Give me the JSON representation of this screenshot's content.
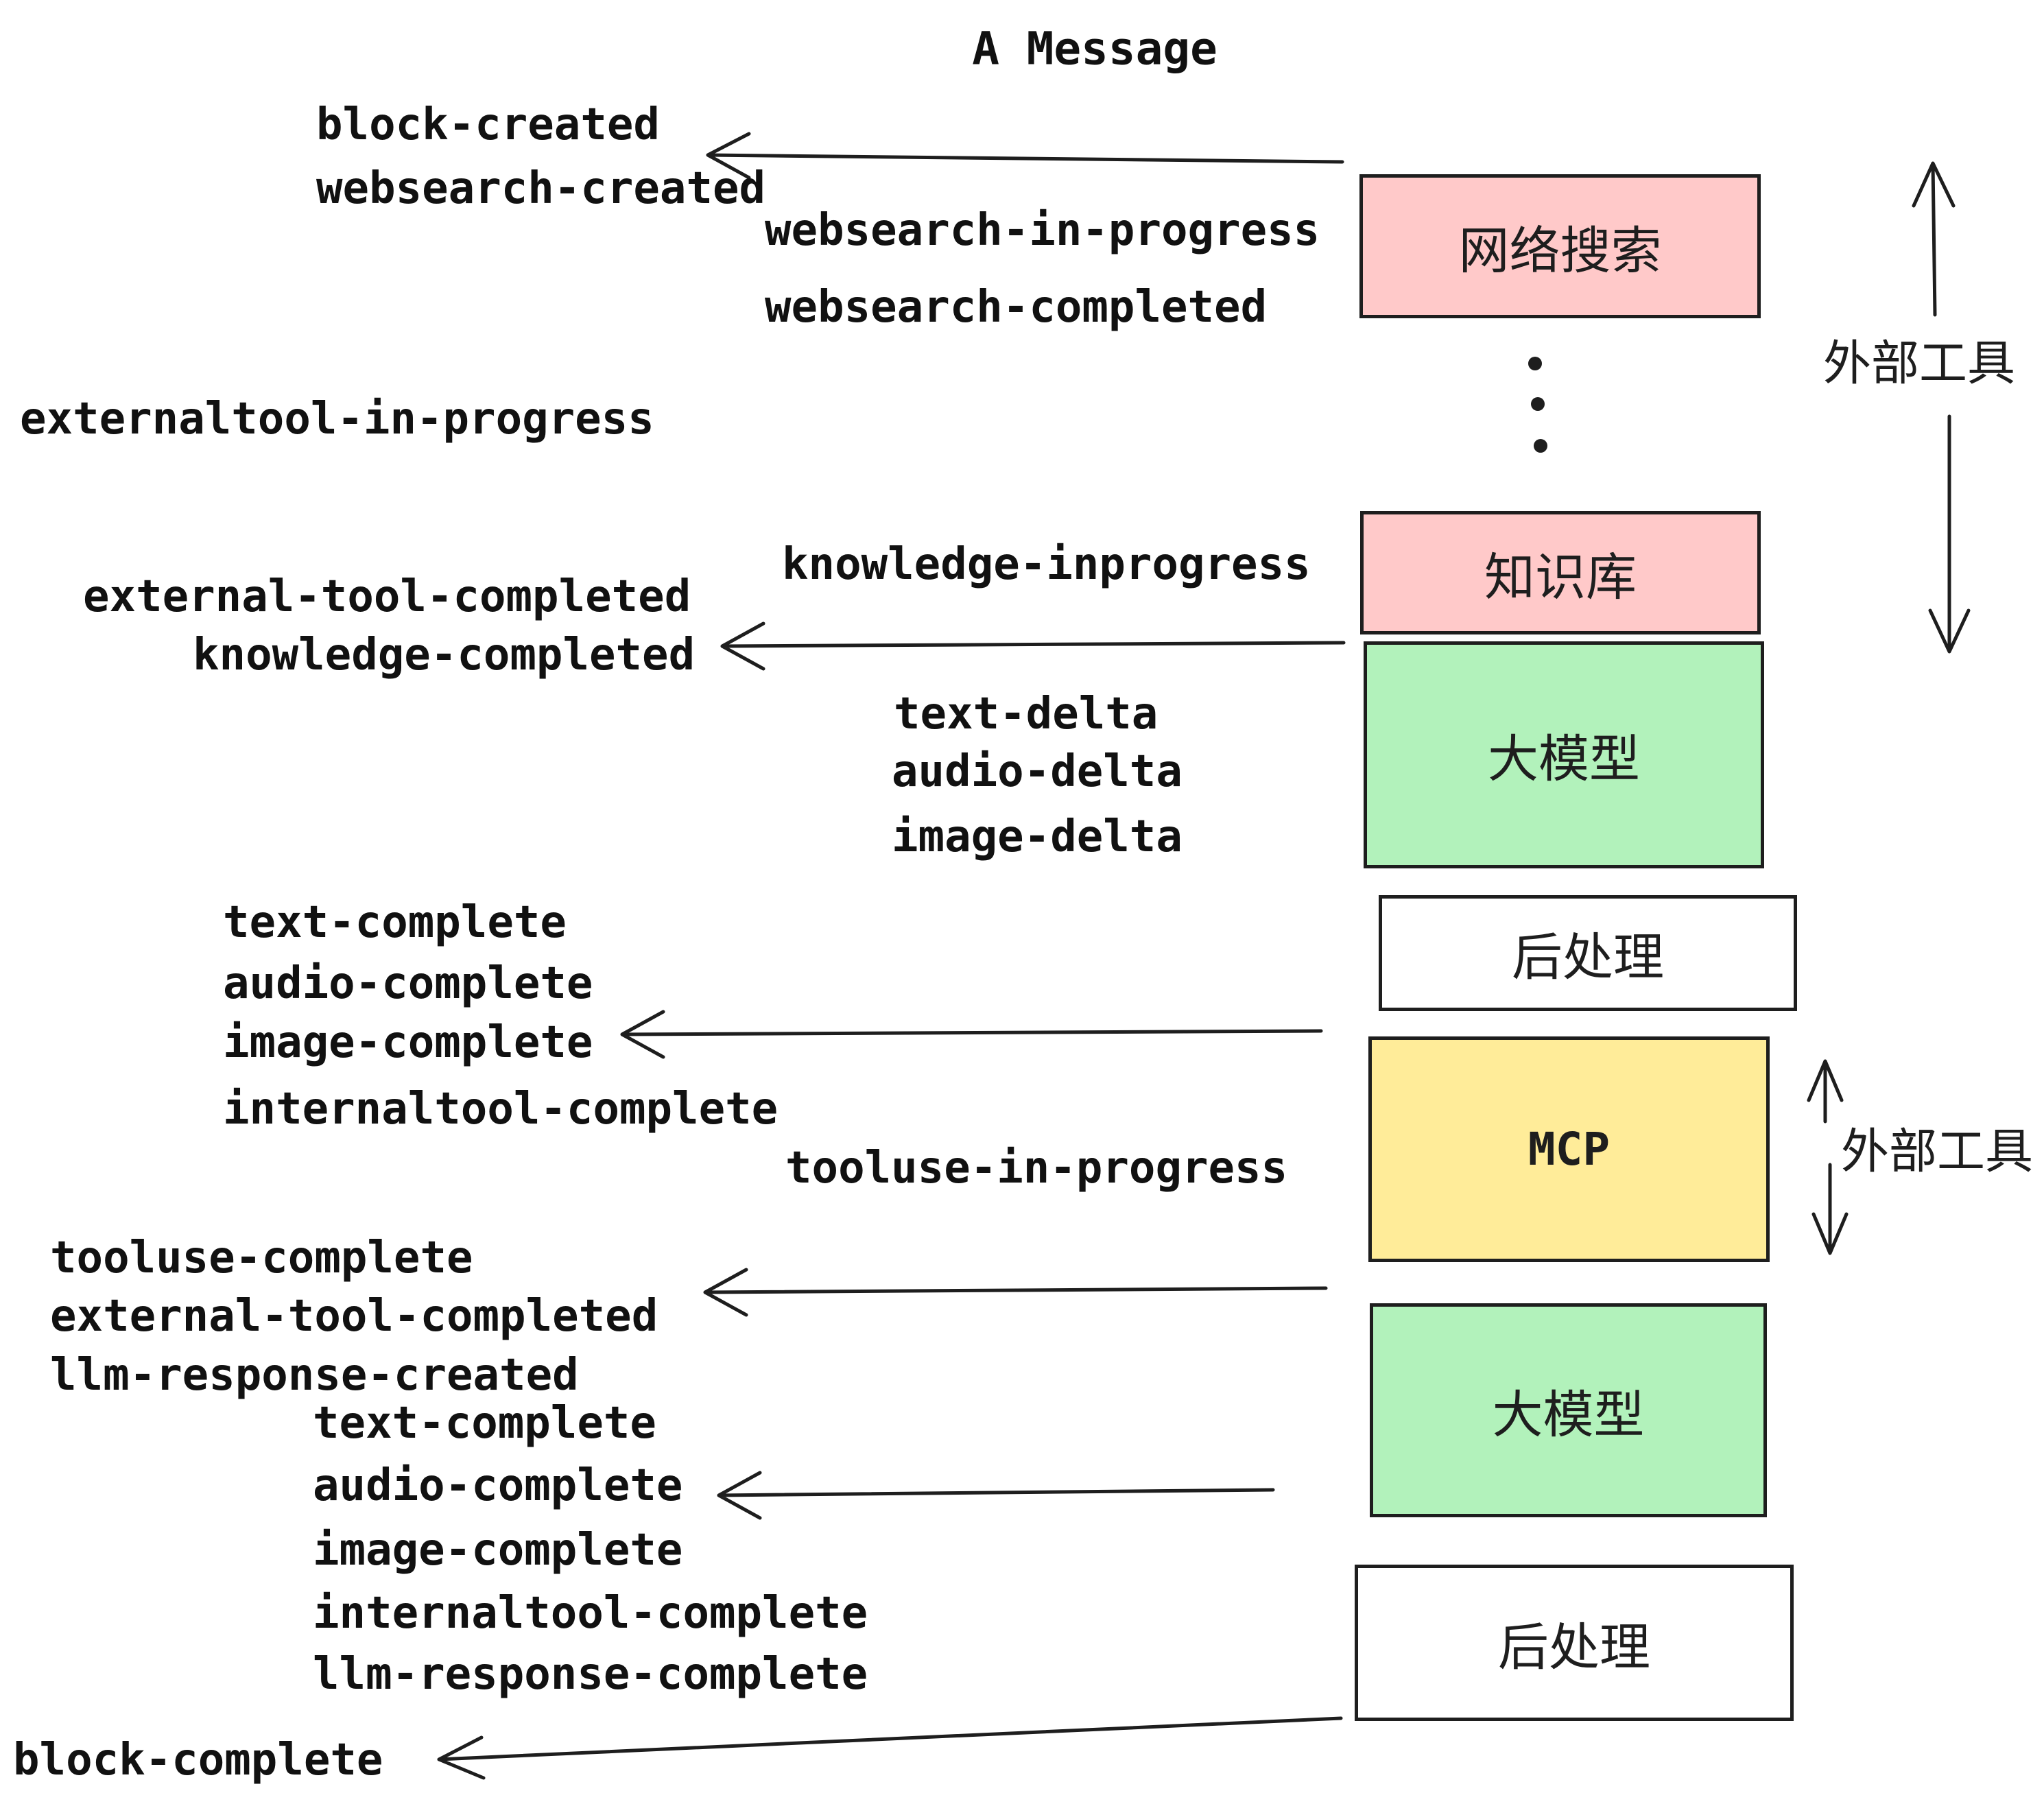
{
  "title": "A Message",
  "event_labels": [
    {
      "id": "block-created",
      "text": "block-created"
    },
    {
      "id": "websearch-created",
      "text": "websearch-created"
    },
    {
      "id": "websearch-in-progress",
      "text": "websearch-in-progress"
    },
    {
      "id": "websearch-completed",
      "text": "websearch-completed"
    },
    {
      "id": "externaltool-in-progress",
      "text": "externaltool-in-progress"
    },
    {
      "id": "knowledge-inprogress",
      "text": "knowledge-inprogress"
    },
    {
      "id": "external-tool-completed",
      "text": "external-tool-completed"
    },
    {
      "id": "knowledge-completed",
      "text": "knowledge-completed"
    },
    {
      "id": "text-delta-1",
      "text": "text-delta"
    },
    {
      "id": "audio-delta-1",
      "text": "audio-delta"
    },
    {
      "id": "image-delta-1",
      "text": "image-delta"
    },
    {
      "id": "text-complete-1",
      "text": "text-complete"
    },
    {
      "id": "audio-complete-1",
      "text": "audio-complete"
    },
    {
      "id": "image-complete-1",
      "text": "image-complete"
    },
    {
      "id": "internaltool-complete-1",
      "text": "internaltool-complete"
    },
    {
      "id": "tooluse-in-progress",
      "text": "tooluse-in-progress"
    },
    {
      "id": "tooluse-complete",
      "text": "tooluse-complete"
    },
    {
      "id": "external-tool-completed-2",
      "text": "external-tool-completed"
    },
    {
      "id": "llm-response-created",
      "text": "llm-response-created"
    },
    {
      "id": "text-complete-2",
      "text": "text-complete"
    },
    {
      "id": "audio-complete-2",
      "text": "audio-complete"
    },
    {
      "id": "image-complete-2",
      "text": "image-complete"
    },
    {
      "id": "internaltool-complete-2",
      "text": "internaltool-complete"
    },
    {
      "id": "llm-response-complete",
      "text": "llm-response-complete"
    },
    {
      "id": "block-complete",
      "text": "block-complete"
    }
  ],
  "boxes": [
    {
      "id": "websearch",
      "label": "网络搜索",
      "color": "#ffc9c9"
    },
    {
      "id": "knowledge",
      "label": "知识库",
      "color": "#ffc9c9"
    },
    {
      "id": "llm-1",
      "label": "大模型",
      "color": "#b2f2bb"
    },
    {
      "id": "postprocess-1",
      "label": "后处理",
      "color": "#ffffff"
    },
    {
      "id": "mcp",
      "label": "MCP",
      "color": "#ffec99"
    },
    {
      "id": "llm-2",
      "label": "大模型",
      "color": "#b2f2bb"
    },
    {
      "id": "postprocess-2",
      "label": "后处理",
      "color": "#ffffff"
    }
  ],
  "side_labels": [
    {
      "id": "external-tools-top",
      "text": "外部工具"
    },
    {
      "id": "external-tools-mcp",
      "text": "外部工具"
    }
  ],
  "icons": [
    {
      "name": "vertical-ellipsis-dots",
      "meaning": "more external tools between boxes"
    }
  ],
  "colors": {
    "background": "#ffffff",
    "stroke": "#1e1e1e",
    "box_pink": "#ffc9c9",
    "box_green": "#b2f2bb",
    "box_yellow": "#ffec99",
    "box_white": "#ffffff",
    "text": "#111111"
  }
}
